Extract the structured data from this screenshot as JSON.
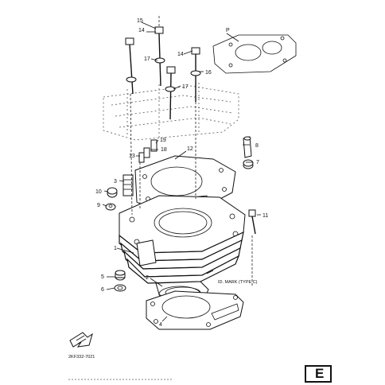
{
  "diagram": {
    "part_labels": {
      "p1": "1",
      "p2": "2",
      "p3": "3",
      "p4": "4",
      "p5": "5",
      "p6": "6",
      "p7": "7",
      "p8": "8",
      "p9": "9",
      "p10": "10",
      "p11": "11",
      "p12": "12",
      "p13": "13",
      "p14a": "14",
      "p14b": "14",
      "p15": "15",
      "p16": "16",
      "p17a": "17",
      "p17b": "17",
      "p18": "18",
      "p19": "19"
    },
    "inset_label": "P",
    "mark_note": "ID. MARK (TYPE C)",
    "drawing_code": "2KF332-7021",
    "section_letter": "E"
  }
}
